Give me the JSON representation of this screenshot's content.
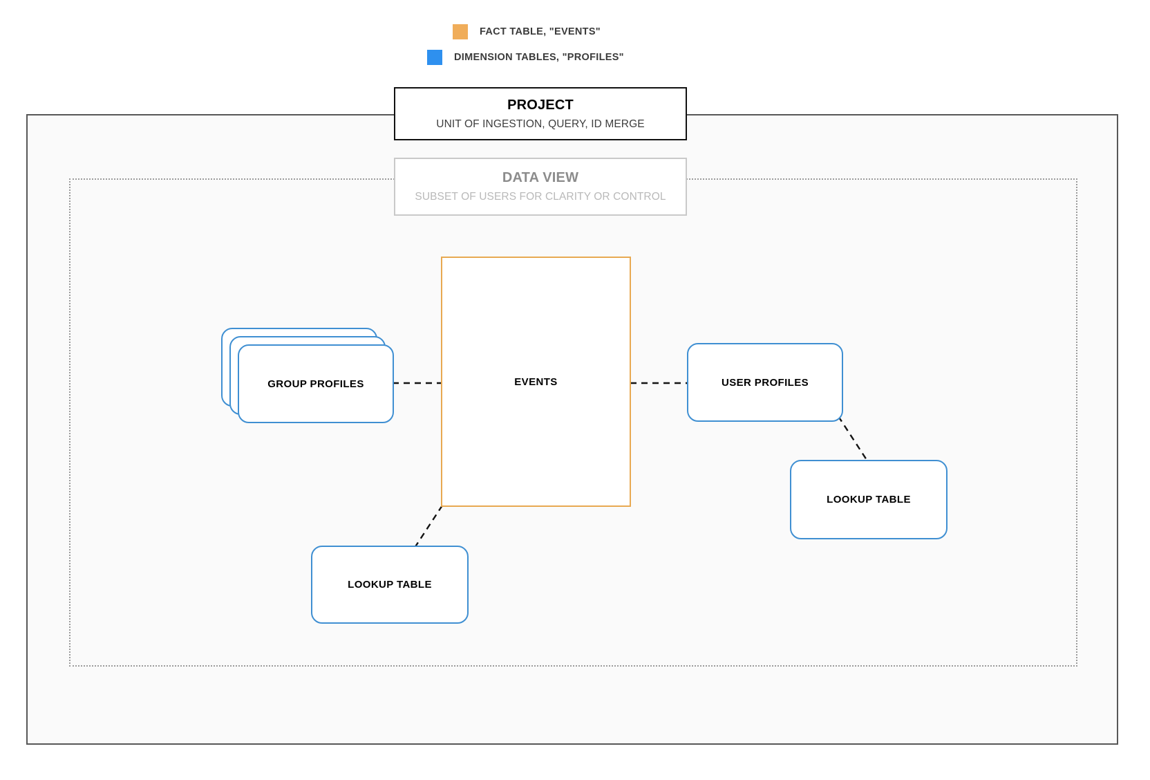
{
  "legend": {
    "items": [
      {
        "label": "FACT TABLE, \"EVENTS\"",
        "color": "#f0ad5a",
        "icon": "square-swatch-icon"
      },
      {
        "label": "DIMENSION TABLES, \"PROFILES\"",
        "color": "#2e90ef",
        "icon": "square-swatch-icon"
      }
    ]
  },
  "frames": {
    "project": {
      "title": "PROJECT",
      "subtitle": "UNIT OF INGESTION, QUERY, ID MERGE",
      "border_color": "#111111"
    },
    "data_view": {
      "title": "DATA VIEW",
      "subtitle": "SUBSET OF USERS FOR CLARITY OR CONTROL",
      "border_color": "#c9c9c9"
    }
  },
  "nodes": {
    "events": {
      "label": "EVENTS",
      "type": "fact-table",
      "color": "#e8a951"
    },
    "group_profiles": {
      "label": "GROUP PROFILES",
      "type": "dimension-table-stack",
      "color": "#3f8fd2",
      "stack_count": 3
    },
    "user_profiles": {
      "label": "USER PROFILES",
      "type": "dimension-table",
      "color": "#3f8fd2"
    },
    "lookup_left": {
      "label": "LOOKUP TABLE",
      "type": "dimension-table",
      "color": "#3f8fd2"
    },
    "lookup_right": {
      "label": "LOOKUP TABLE",
      "type": "dimension-table",
      "color": "#3f8fd2"
    }
  },
  "connectors": [
    {
      "name": "group-profiles-to-events",
      "style": "dashed",
      "color": "#141414"
    },
    {
      "name": "events-to-user-profiles",
      "style": "dashed",
      "color": "#141414"
    },
    {
      "name": "user-profiles-to-lookup-right",
      "style": "dashed",
      "color": "#141414"
    },
    {
      "name": "events-to-lookup-left",
      "style": "dashed",
      "color": "#141414"
    }
  ]
}
